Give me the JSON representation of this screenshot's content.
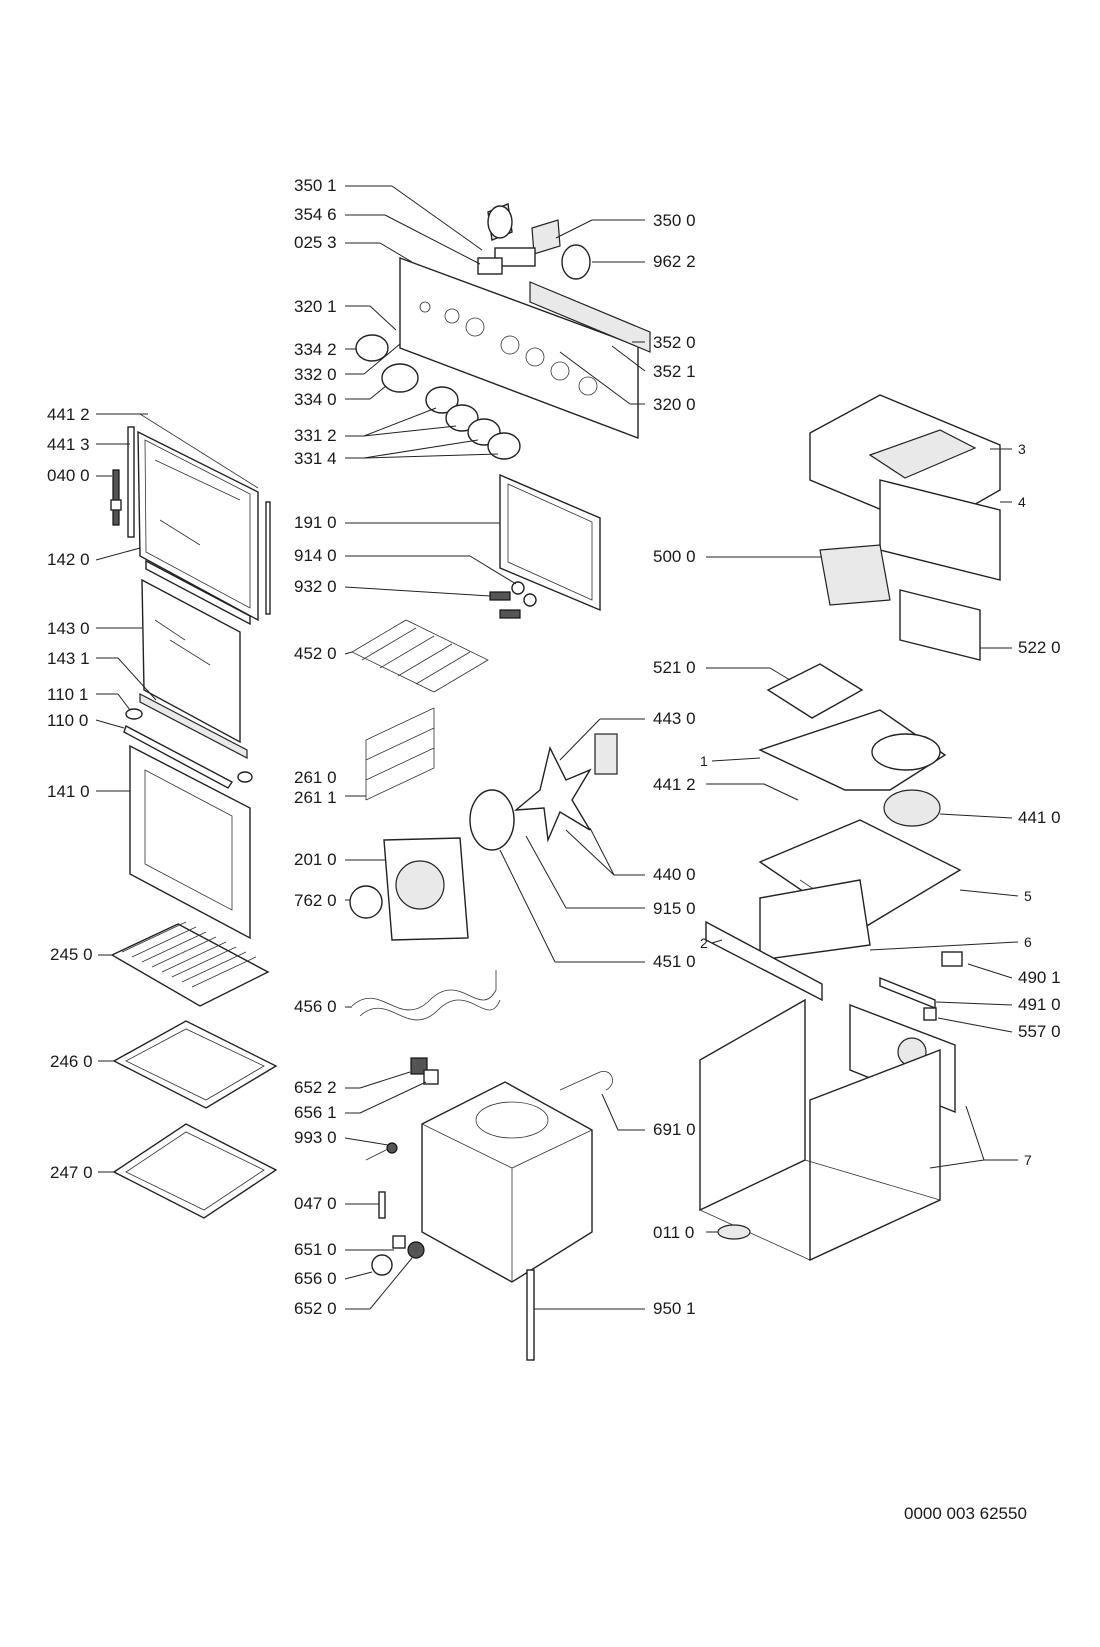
{
  "document_number": "0000 003 62550",
  "left_column": [
    {
      "label": "441 2"
    },
    {
      "label": "441 3"
    },
    {
      "label": "040 0"
    },
    {
      "label": "142 0"
    },
    {
      "label": "143 0"
    },
    {
      "label": "143 1"
    },
    {
      "label": "110 1"
    },
    {
      "label": "110 0"
    },
    {
      "label": "141 0"
    },
    {
      "label": "245 0"
    },
    {
      "label": "246 0"
    },
    {
      "label": "247 0"
    }
  ],
  "center_left_column": [
    {
      "label": "350 1"
    },
    {
      "label": "354 6"
    },
    {
      "label": "025 3"
    },
    {
      "label": "320 1"
    },
    {
      "label": "334 2"
    },
    {
      "label": "332 0"
    },
    {
      "label": "334 0"
    },
    {
      "label": "331 2"
    },
    {
      "label": "331 4"
    },
    {
      "label": "191 0"
    },
    {
      "label": "914 0"
    },
    {
      "label": "932 0"
    },
    {
      "label": "452 0"
    },
    {
      "label": "261 0"
    },
    {
      "label": "261 1"
    },
    {
      "label": "201 0"
    },
    {
      "label": "762 0"
    },
    {
      "label": "456 0"
    },
    {
      "label": "652 2"
    },
    {
      "label": "656 1"
    },
    {
      "label": "993 0"
    },
    {
      "label": "047 0"
    },
    {
      "label": "651 0"
    },
    {
      "label": "656 0"
    },
    {
      "label": "652 0"
    }
  ],
  "center_right_column": [
    {
      "label": "350 0"
    },
    {
      "label": "962 2"
    },
    {
      "label": "352 0"
    },
    {
      "label": "352 1"
    },
    {
      "label": "320 0"
    },
    {
      "label": "443 0"
    },
    {
      "label": "441 2"
    },
    {
      "label": "440 0"
    },
    {
      "label": "915 0"
    },
    {
      "label": "451 0"
    },
    {
      "label": "691 0"
    },
    {
      "label": "950 1"
    },
    {
      "label": "500 0"
    },
    {
      "label": "521 0"
    },
    {
      "label": "011 0"
    }
  ],
  "right_column": [
    {
      "label": "3"
    },
    {
      "label": "4"
    },
    {
      "label": "522 0"
    },
    {
      "label": "1"
    },
    {
      "label": "441 0"
    },
    {
      "label": "5"
    },
    {
      "label": "2"
    },
    {
      "label": "6"
    },
    {
      "label": "490 1"
    },
    {
      "label": "491 0"
    },
    {
      "label": "557 0"
    },
    {
      "label": "7"
    }
  ]
}
